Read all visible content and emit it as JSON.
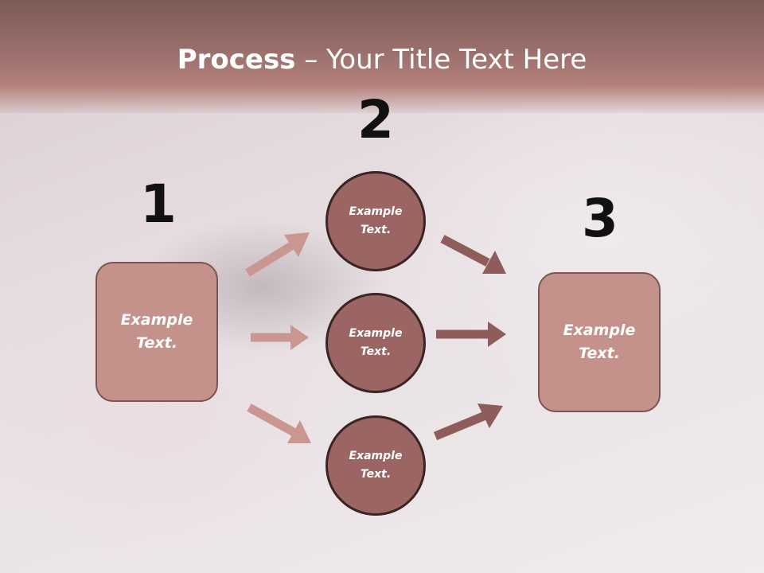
{
  "slide": {
    "title_strong": "Process",
    "title_rest": " – Your Title Text Here"
  },
  "steps": {
    "one": {
      "number": "1",
      "label": "Example Text."
    },
    "two": {
      "number": "2",
      "circles": [
        "Example Text.",
        "Example Text.",
        "Example Text."
      ]
    },
    "three": {
      "number": "3",
      "label": "Example Text."
    }
  },
  "colors": {
    "header": "#9a6f6b",
    "box_fill": "#c4918b",
    "circle_fill": "#9b6563",
    "arrow_light": "#c99690",
    "arrow_dark": "#8e5c5a"
  }
}
